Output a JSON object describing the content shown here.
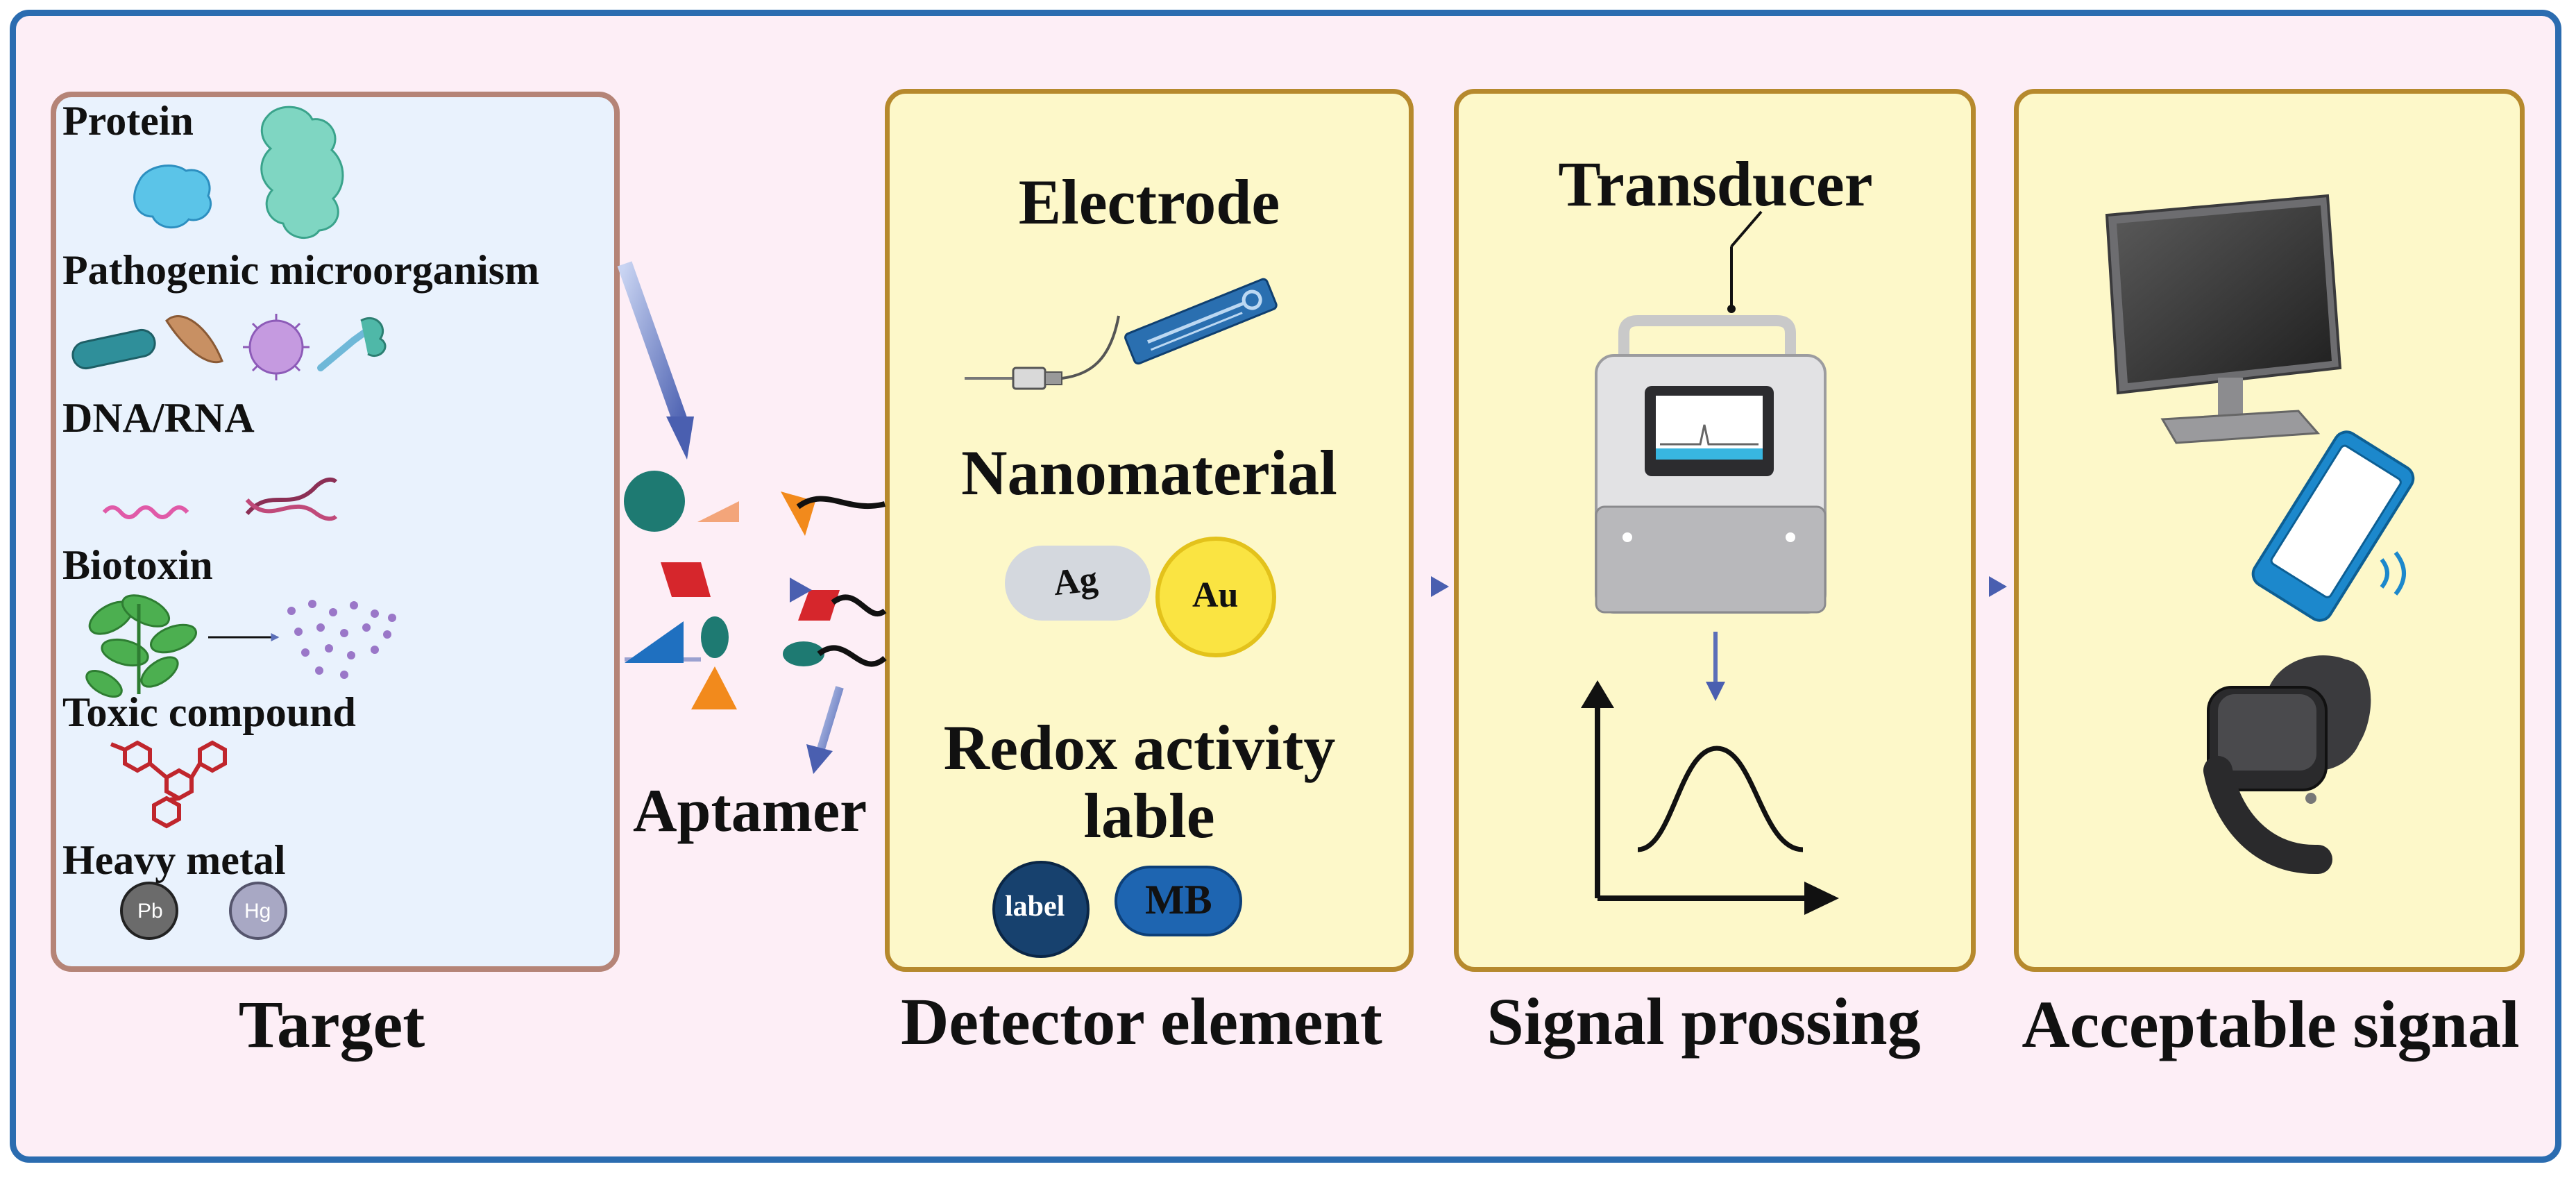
{
  "targets": {
    "protein": "Protein",
    "pathogen": "Pathogenic microorganism",
    "dna_rna": "DNA/RNA",
    "biotoxin": "Biotoxin",
    "toxic": "Toxic compound",
    "heavy_metal": "Heavy metal",
    "pb": "Pb",
    "hg": "Hg"
  },
  "aptamer": "Aptamer",
  "detector": {
    "electrode": "Electrode",
    "nanomaterial": "Nanomaterial",
    "ag": "Ag",
    "au": "Au",
    "redox_line1": "Redox activity",
    "redox_line2": "lable",
    "label_chip": "label",
    "mb_chip": "MB"
  },
  "signal": {
    "transducer": "Transducer"
  },
  "captions": {
    "target": "Target",
    "detector": "Detector element",
    "signal": "Signal prossing",
    "acceptable": "Acceptable signal"
  },
  "colors": {
    "frame": "#2b6cb0",
    "background": "#fdeef6",
    "target_panel": "#e9f2fd",
    "yellow_panel": "#fdf8c9",
    "arrow": "#5b6fb8"
  }
}
